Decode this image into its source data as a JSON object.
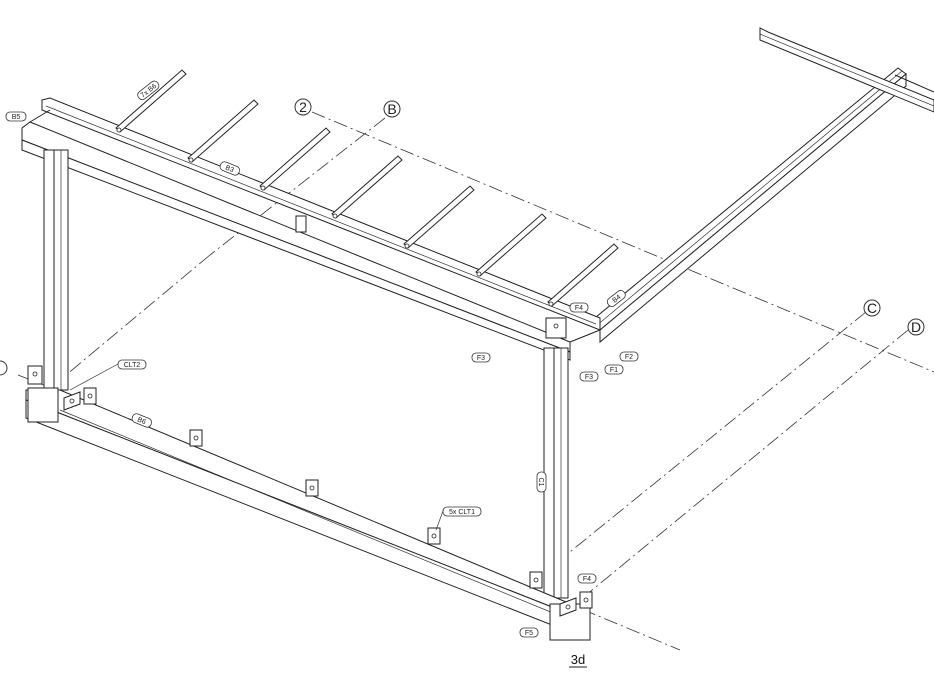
{
  "grid_bubbles": {
    "g2": "2",
    "gB": "B",
    "gC": "C",
    "gD": "D"
  },
  "tags": {
    "b5": "B5",
    "purlin_qty": "7x B6",
    "b3": "B3",
    "b4": "B4",
    "f4": "F4",
    "f2": "F2",
    "f1": "F1",
    "f3_upper": "F3",
    "f3_side": "F3",
    "clt2": "CLT2",
    "b6_lower": "B6",
    "clt1": "5x CLT1",
    "c1": "C1",
    "f4_lower": "F4",
    "f5": "F5"
  },
  "view_label": "3d"
}
